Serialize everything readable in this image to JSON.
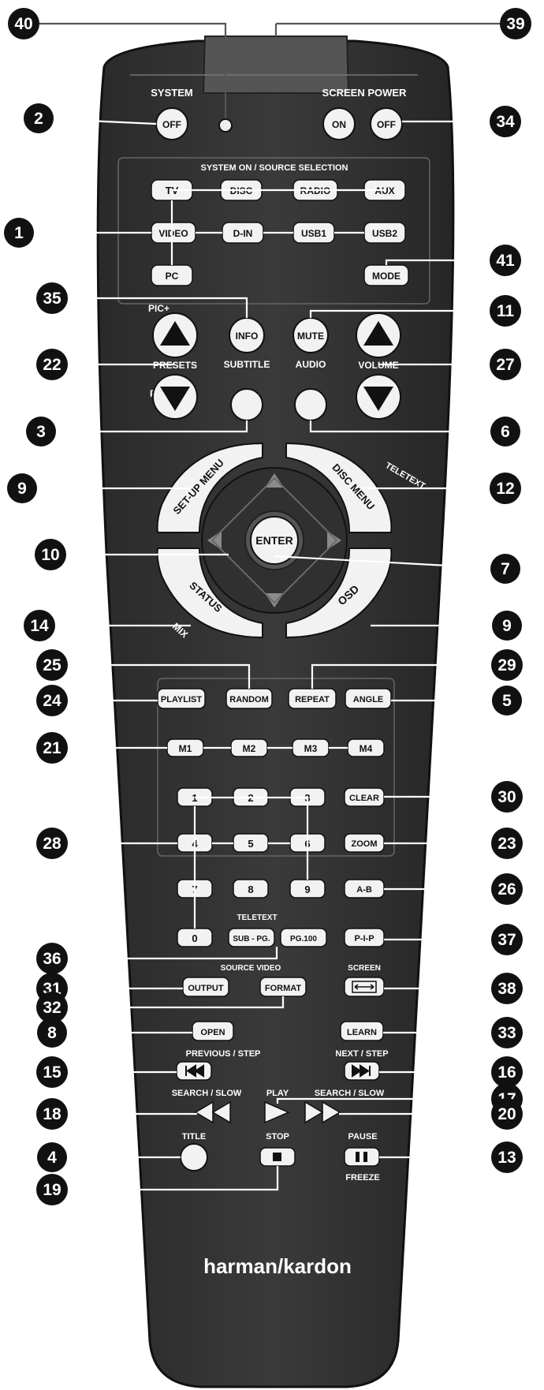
{
  "brand": "harman/kardon",
  "labels": {
    "system": "SYSTEM",
    "screen_power": "SCREEN POWER",
    "source_selection": "SYSTEM ON / SOURCE SELECTION",
    "pic_plus": "PIC+",
    "pic_minus": "PIC-",
    "presets": "PRESETS",
    "subtitle": "SUBTITLE",
    "audio": "AUDIO",
    "volume": "VOLUME",
    "teletext_top": "TELETEXT",
    "mix": "MIX",
    "teletext": "TELETEXT",
    "source_video": "SOURCE VIDEO",
    "screen": "SCREEN",
    "previous_step": "PREVIOUS / STEP",
    "next_step": "NEXT / STEP",
    "search_slow_left": "SEARCH / SLOW",
    "play": "PLAY",
    "search_slow_right": "SEARCH / SLOW",
    "title": "TITLE",
    "stop": "STOP",
    "pause": "PAUSE",
    "freeze": "FREEZE"
  },
  "buttons": {
    "system_off": "OFF",
    "screen_on": "ON",
    "screen_off": "OFF",
    "tv": "TV",
    "disc": "DISC",
    "radio": "RADIO",
    "aux": "AUX",
    "video": "VIDEO",
    "d_in": "D-IN",
    "usb1": "USB1",
    "usb2": "USB2",
    "pc": "PC",
    "mode": "MODE",
    "info": "INFO",
    "mute": "MUTE",
    "setup_menu": "SET-UP MENU",
    "disc_menu": "DISC MENU",
    "enter": "ENTER",
    "status": "STATUS",
    "osd": "OSD",
    "playlist": "PLAYLIST",
    "random": "RANDOM",
    "repeat": "REPEAT",
    "angle": "ANGLE",
    "m1": "M1",
    "m2": "M2",
    "m3": "M3",
    "m4": "M4",
    "n1": "1",
    "n2": "2",
    "n3": "3",
    "n4": "4",
    "n5": "5",
    "n6": "6",
    "n7": "7",
    "n8": "8",
    "n9": "9",
    "n0": "0",
    "clear": "CLEAR",
    "zoom": "ZOOM",
    "ab": "A-B",
    "sub_pg": "SUB - PG.",
    "pg_100": "PG.100",
    "pip": "P-I-P",
    "output": "OUTPUT",
    "format": "FORMAT",
    "open": "OPEN",
    "learn": "LEARN"
  },
  "callouts": {
    "c40": "40",
    "c39": "39",
    "c2": "2",
    "c34": "34",
    "c1": "1",
    "c41": "41",
    "c35": "35",
    "c11": "11",
    "c22": "22",
    "c27": "27",
    "c3": "3",
    "c6": "6",
    "c9a": "9",
    "c12": "12",
    "c10": "10",
    "c7": "7",
    "c14": "14",
    "c9b": "9",
    "c25": "25",
    "c29": "29",
    "c24": "24",
    "c5": "5",
    "c21": "21",
    "c30": "30",
    "c28": "28",
    "c23": "23",
    "c26": "26",
    "c36": "36",
    "c37": "37",
    "c31": "31",
    "c38": "38",
    "c32": "32",
    "c8": "8",
    "c33": "33",
    "c15": "15",
    "c16": "16",
    "c17": "17",
    "c18": "18",
    "c20": "20",
    "c4": "4",
    "c13": "13",
    "c19": "19"
  }
}
